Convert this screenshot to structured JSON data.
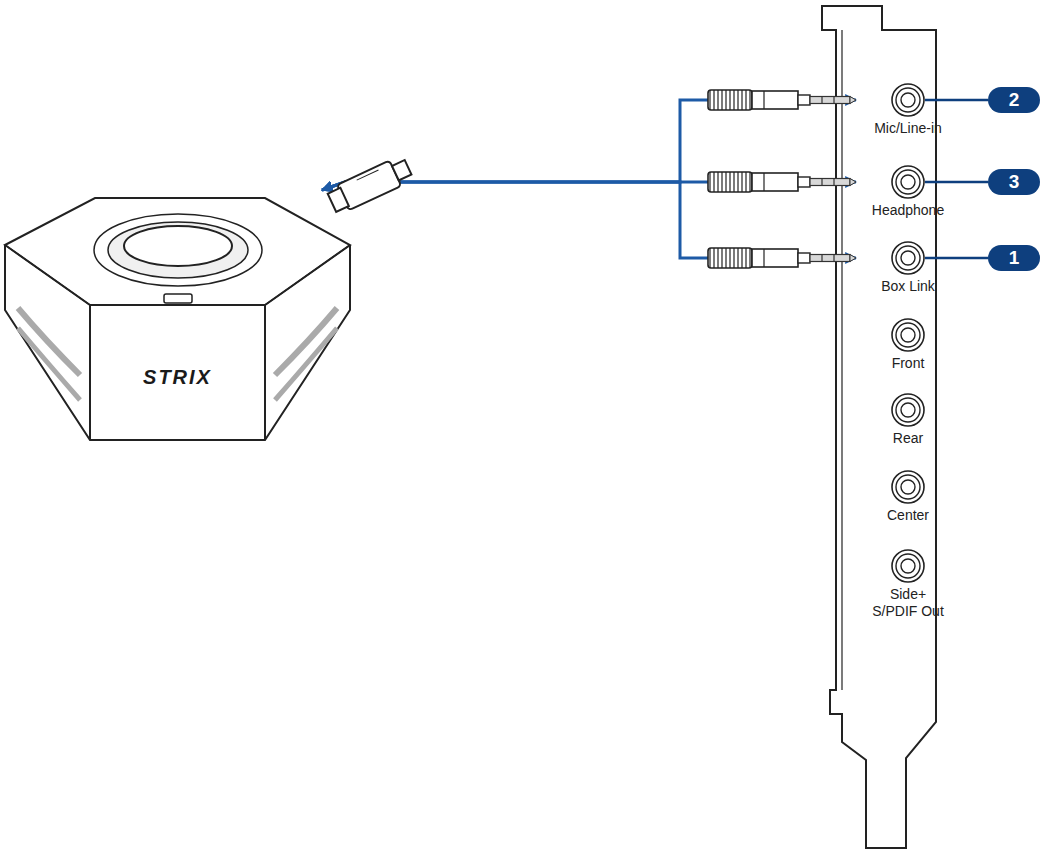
{
  "diagram": {
    "nodes": [
      {
        "text": [
          "STRIX"
        ]
      },
      {
        "text": [
          "Mic/Line-in"
        ]
      },
      {
        "text": [
          "2"
        ]
      },
      {
        "text": [
          "Headphone"
        ]
      },
      {
        "text": [
          "3"
        ]
      },
      {
        "text": [
          "Box Link"
        ]
      },
      {
        "text": [
          "1"
        ]
      },
      {
        "text": [
          "Front"
        ]
      },
      {
        "text": [
          "Rear"
        ]
      },
      {
        "text": [
          "Center"
        ]
      },
      {
        "text": [
          "Side+ S/PDIF Out"
        ]
      }
    ],
    "edges": [
      {
        "from": 0,
        "to": 1,
        "arrow": "both"
      },
      {
        "from": 0,
        "to": 3,
        "arrow": "both"
      },
      {
        "from": 0,
        "to": 5,
        "arrow": "both"
      },
      {
        "from": 2,
        "to": 1,
        "arrow": "none"
      },
      {
        "from": 4,
        "to": 3,
        "arrow": "none"
      },
      {
        "from": 6,
        "to": 5,
        "arrow": "none"
      }
    ]
  }
}
